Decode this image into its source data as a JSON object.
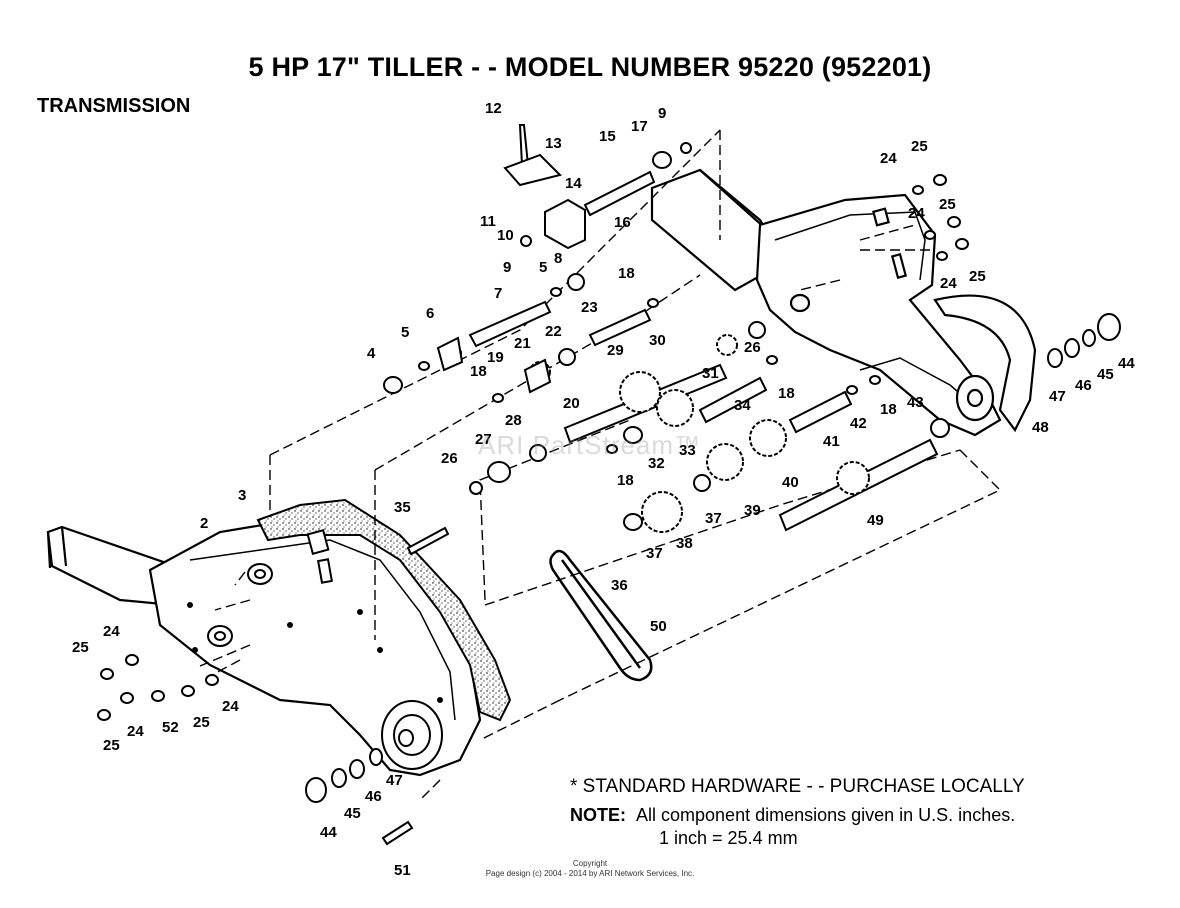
{
  "title": "5 HP 17\" TILLER - - MODEL NUMBER 95220 (952201)",
  "subtitle": "TRANSMISSION",
  "watermark": "ARI PartStream™",
  "notes": {
    "hardware": "* STANDARD HARDWARE - - PURCHASE LOCALLY",
    "note_label": "NOTE:",
    "note_text": "All component dimensions given in U.S. inches.",
    "conversion": "1 inch = 25.4 mm"
  },
  "copyright": {
    "line1": "Copyright",
    "line2": "Page design (c) 2004 - 2014 by ARI Network Services, Inc."
  },
  "callouts": {
    "p2": "2",
    "p3": "3",
    "p4": "4",
    "p5a": "5",
    "p5b": "5",
    "p6": "6",
    "p7": "7",
    "p8": "8",
    "p9a": "9",
    "p9b": "9",
    "p10": "10",
    "p11": "11",
    "p12": "12",
    "p13": "13",
    "p14": "14",
    "p15": "15",
    "p16": "16",
    "p17": "17",
    "p18a": "18",
    "p18b": "18",
    "p18c": "18",
    "p18d": "18",
    "p18e": "18",
    "p19": "19",
    "p20": "20",
    "p21": "21",
    "p22": "22",
    "p23": "23",
    "p24a": "24",
    "p24b": "24",
    "p24c": "24",
    "p24d": "24",
    "p24e": "24",
    "p24f": "24",
    "p24g": "24",
    "p25a": "25",
    "p25b": "25",
    "p25c": "25",
    "p25d": "25",
    "p25e": "25",
    "p25f": "25",
    "p26a": "26",
    "p26b": "26",
    "p27": "27",
    "p28": "28",
    "p29": "29",
    "p30": "30",
    "p31": "31",
    "p32": "32",
    "p33": "33",
    "p34": "34",
    "p35": "35",
    "p36": "36",
    "p37a": "37",
    "p37b": "37",
    "p38": "38",
    "p39": "39",
    "p40": "40",
    "p41": "41",
    "p42": "42",
    "p43": "43",
    "p44a": "44",
    "p44b": "44",
    "p45a": "45",
    "p45b": "45",
    "p46a": "46",
    "p46b": "46",
    "p47a": "47",
    "p47b": "47",
    "p48": "48",
    "p49": "49",
    "p50": "50",
    "p51": "51",
    "p52": "52"
  }
}
